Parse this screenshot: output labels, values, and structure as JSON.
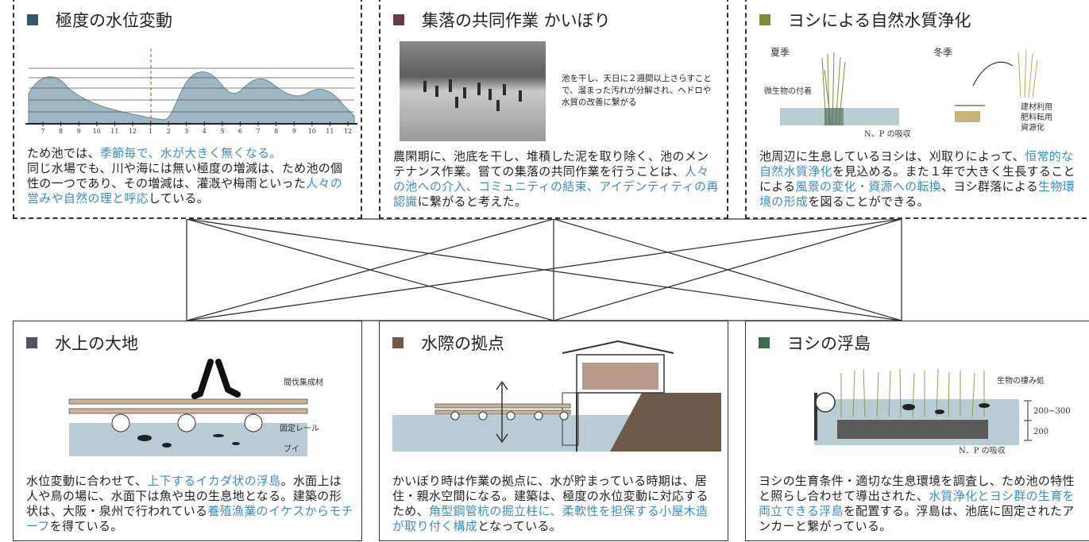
{
  "colors": {
    "blue_square": "#34586e",
    "maroon_square": "#6b3a44",
    "olive_square": "#7e8b3e",
    "slate_square": "#4d5360",
    "brown_square": "#6e5a48",
    "green_square": "#3f6b4e",
    "highlight": "#3a8dc8",
    "water": "#b9cbd3",
    "wood": "#c9b29a",
    "ground": "#6e5a48"
  },
  "top_left": {
    "title": "極度の水位変動",
    "months": [
      "7",
      "8",
      "9",
      "10",
      "11",
      "12",
      "1",
      "2",
      "3",
      "4",
      "5",
      "6",
      "7",
      "8",
      "9",
      "10",
      "11",
      "12"
    ],
    "body_1": "ため池では、",
    "body_2": "季節毎で、水が大きく無くなる。",
    "body_3": "同じ水場でも、川や海には無い極度の増減は、ため池の個性の一つであり、その増減は、灌漑や梅雨といった",
    "body_4": "人々の営みや自然の理と呼応",
    "body_5": "している。"
  },
  "top_mid": {
    "title": "集落の共同作業 かいぼり",
    "caption": "池を干し、天日に２週間以上さらすことで、溜まった汚れが分解され、ヘドロや水質の改善に繋がる",
    "body_1": "農閑期に、池底を干し、堆積した泥を取り除く、池のメンテナンス作業。嘗ての集落の共同作業を行うことは、",
    "body_2": "人々の池への介入、コミュニティの結束、アイデンティティの再認識",
    "body_3": "に繋がると考えた。"
  },
  "top_right": {
    "title": "ヨシによる自然水質浄化",
    "summer": "夏季",
    "winter": "冬季",
    "label_microbe": "微生物の付着",
    "label_np": "N、P の吸収",
    "label_use_1": "建材利用",
    "label_use_2": "肥料転用",
    "label_use_3": "資源化",
    "body_1": "池周辺に生息しているヨシは、刈取りによって、",
    "body_2": "恒常的な自然水質浄化",
    "body_3": "を見込める。また１年で大きく生長することによる",
    "body_4": "風景の変化・資源への転換",
    "body_5": "、ヨシ群落による",
    "body_6": "生物環境の形成",
    "body_7": "を図ることができる。"
  },
  "bot_left": {
    "title": "水上の大地",
    "label_wood": "間伐集成材",
    "label_rail": "固定レール",
    "label_buoy": "ブイ",
    "body_1": "水位変動に合わせて、",
    "body_2": "上下するイカダ状の浮島",
    "body_3": "。水面上は人や鳥の場に、水面下は魚や虫の生息地となる。建築の形状は、大阪・泉州で行われている",
    "body_4": "養殖漁業のイケスからモチーフ",
    "body_5": "を得ている。"
  },
  "bot_mid": {
    "title": "水際の拠点",
    "body_1": "かいぼり時は作業の拠点に、水が貯まっている時期は、居住・親水空間になる。建築は、極度の水位変動に対応するため、",
    "body_2": "角型鋼管杭の掘立柱に、柔軟性を担保する小屋木造が取り付く構成",
    "body_3": "となっている。"
  },
  "bot_right": {
    "title": "ヨシの浮島",
    "label_habitat": "生物の棲み処",
    "label_np": "N、P の吸収",
    "dim_1": "200~300",
    "dim_2": "200",
    "body_1": "ヨシの生育条件・適切な生息環境を調査し、ため池の特性と照らし合わせて導出された、",
    "body_2": "水質浄化とヨシ群の生育を両立できる浮島",
    "body_3": "を配置する。浮島は、池底に固定されたアンカーと繋がっている。"
  }
}
